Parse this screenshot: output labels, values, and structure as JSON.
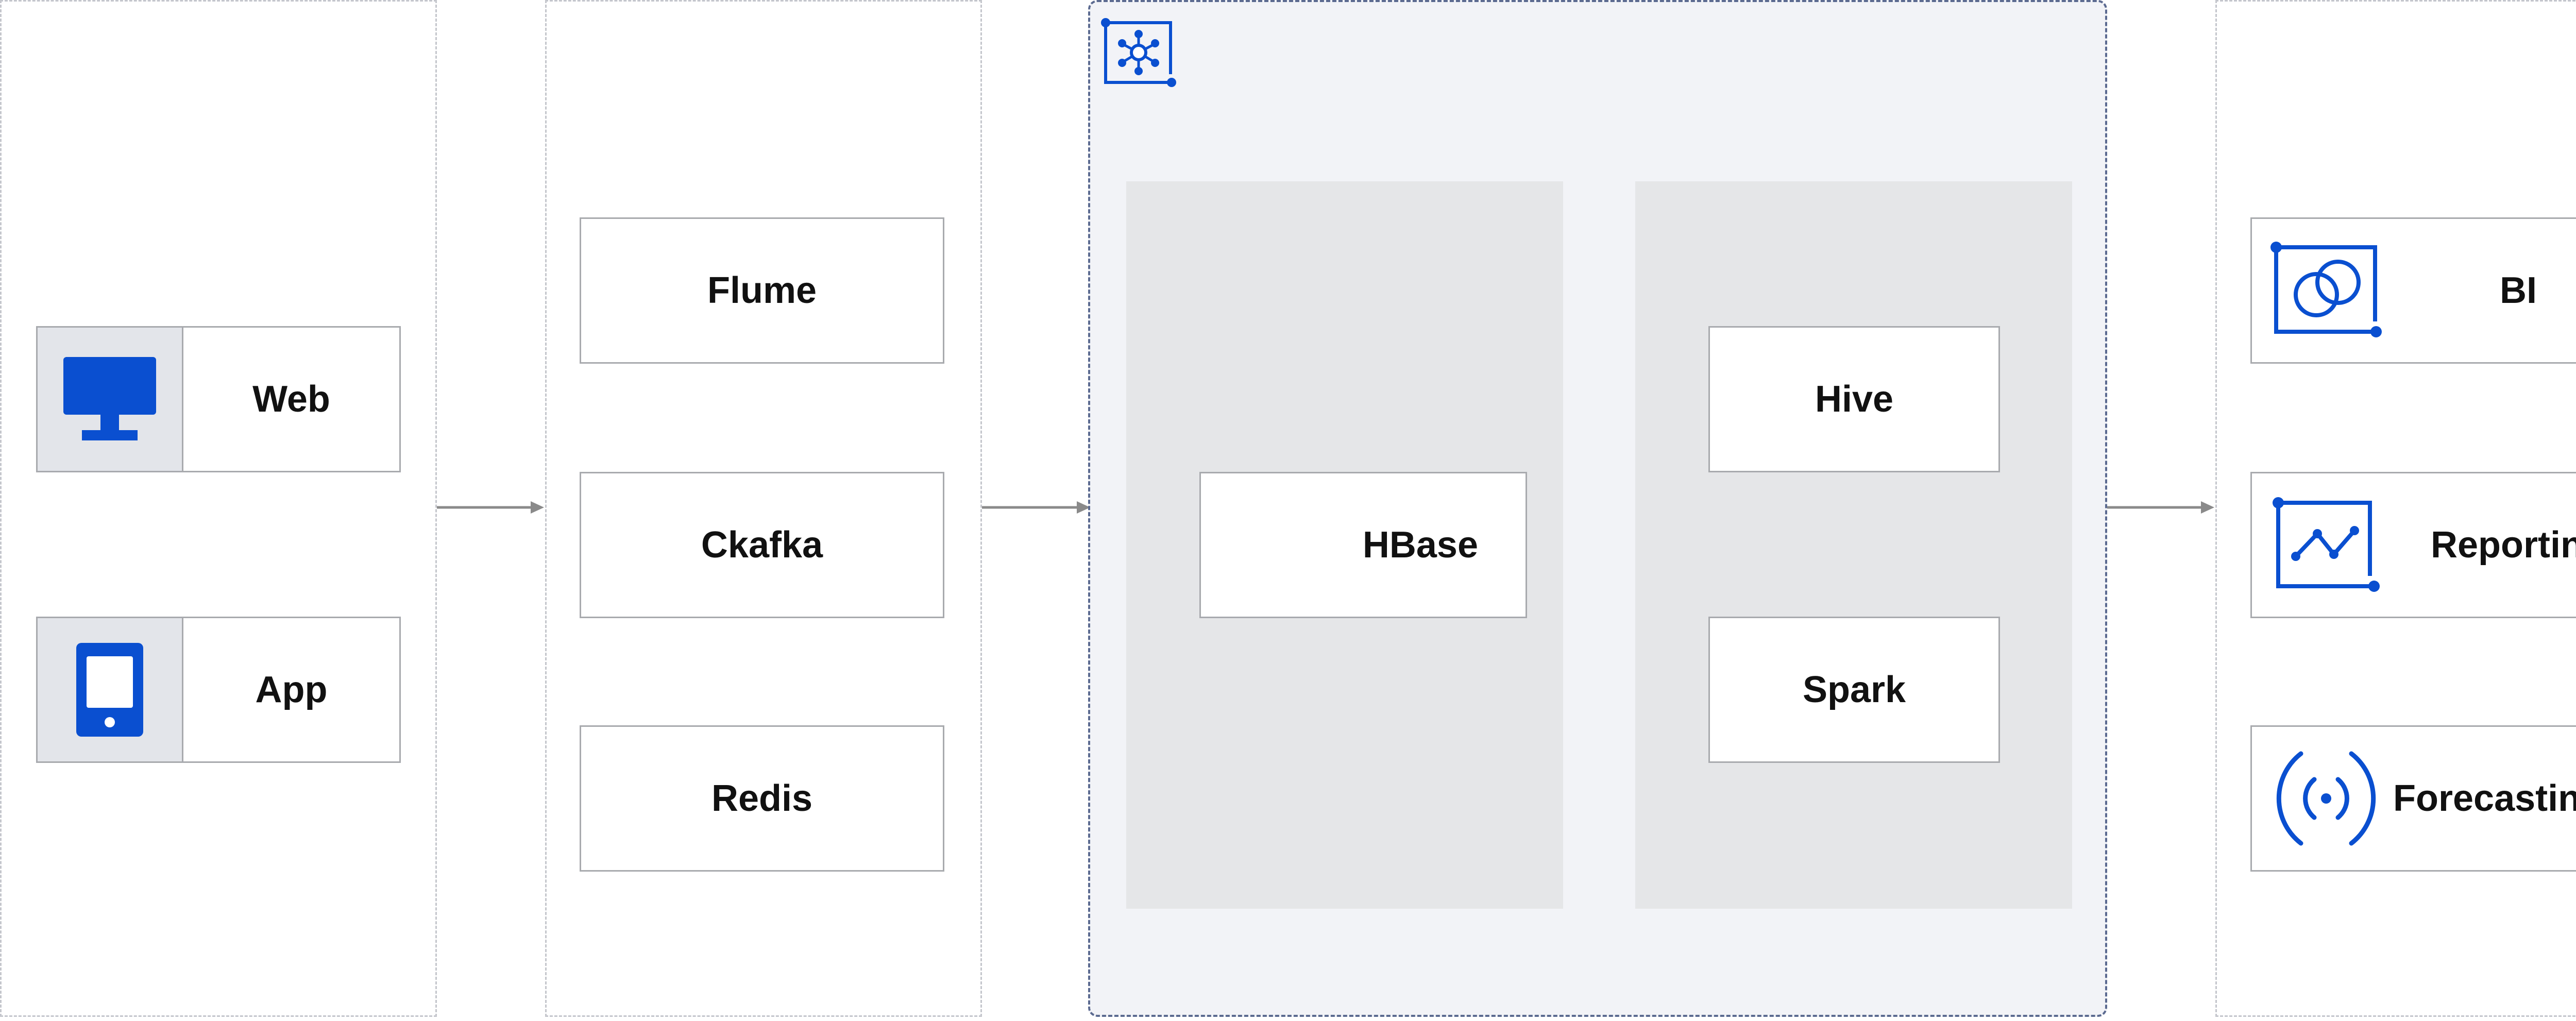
{
  "colors": {
    "accent": "#0a4fd0",
    "frame_dashed": "#c4c6cc",
    "cluster_border": "#5b6a90",
    "cluster_fill": "#f2f3f7",
    "group_fill": "#e5e6e8",
    "arrow": "#8a8a8a"
  },
  "clients": {
    "web": {
      "label": "Web",
      "icon": "monitor-icon"
    },
    "app": {
      "label": "App",
      "icon": "tablet-icon"
    }
  },
  "ingestion": {
    "flume": "Flume",
    "ckafka": "Ckafka",
    "redis": "Redis"
  },
  "cluster": {
    "icon": "cluster-network-icon",
    "hbase": "HBase",
    "hive": "Hive",
    "spark": "Spark"
  },
  "outputs": {
    "bi": {
      "label": "BI",
      "icon": "bi-overlap-icon"
    },
    "reporting": {
      "label": "Reporting",
      "icon": "line-chart-icon"
    },
    "forecasting": {
      "label": "Forecasting",
      "icon": "broadcast-icon"
    }
  }
}
